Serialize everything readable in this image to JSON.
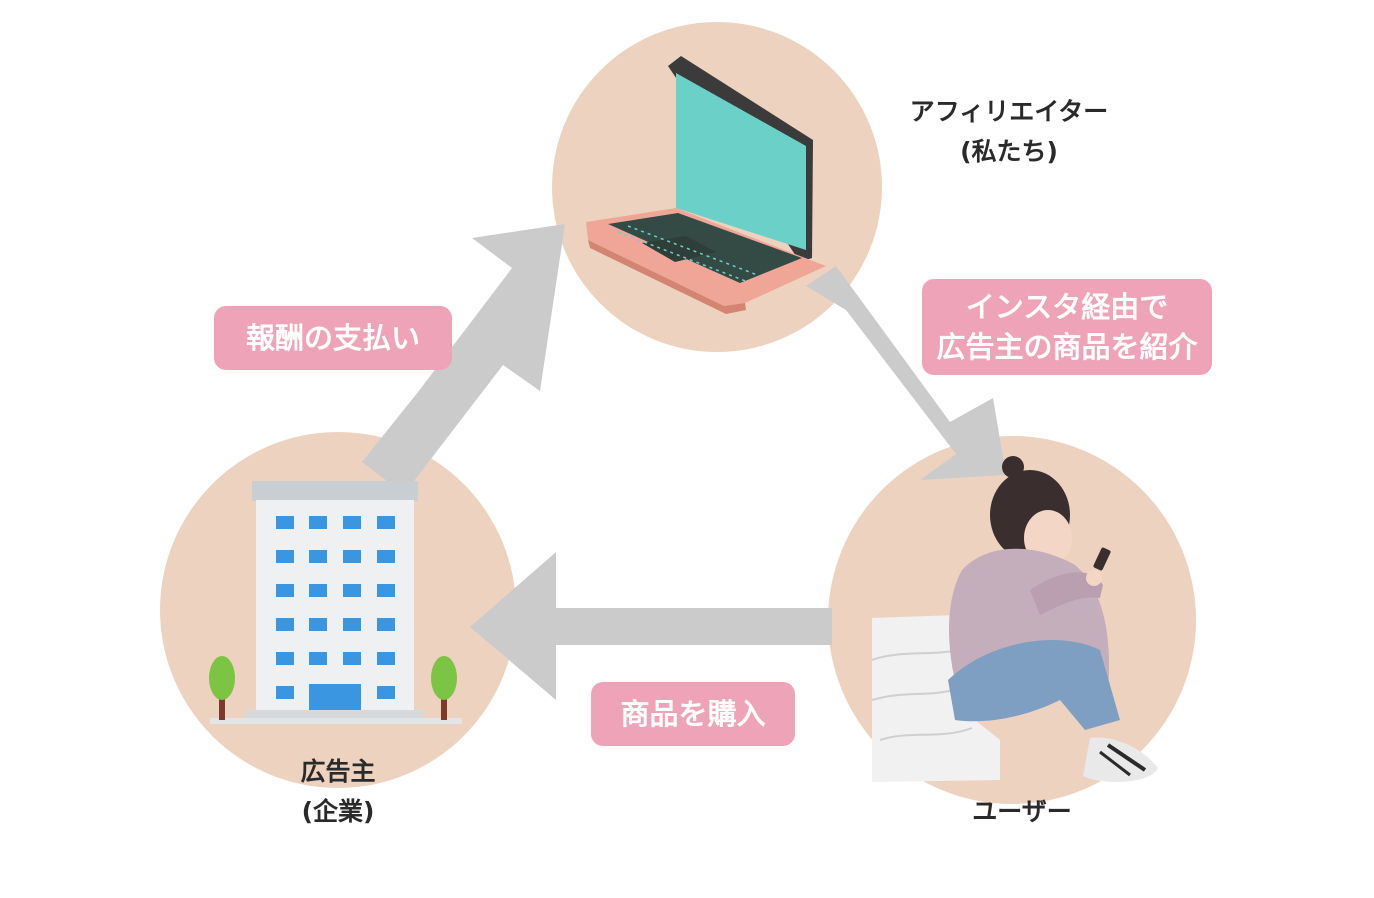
{
  "colors": {
    "circle_fill": "#eed2c0",
    "arrow_fill": "#cbcbcb",
    "label_bg": "#eea3b8",
    "label_text": "#ffffff",
    "node_text": "#2a2a2a"
  },
  "nodes": {
    "affiliate": {
      "icon": "laptop-icon",
      "label_line1": "アフィリエイター",
      "label_line2": "(私たち)"
    },
    "advertiser": {
      "icon": "office-building-icon",
      "label_line1": "広告主",
      "label_line2": "(企業)"
    },
    "user": {
      "icon": "person-with-smartphone-icon",
      "label_line1": "ユーザー"
    }
  },
  "edges": {
    "payment": {
      "from": "advertiser",
      "to": "affiliate",
      "label": "報酬の支払い"
    },
    "introduce": {
      "from": "affiliate",
      "to": "user",
      "label_line1": "インスタ経由で",
      "label_line2": "広告主の商品を紹介"
    },
    "purchase": {
      "from": "user",
      "to": "advertiser",
      "label": "商品を購入"
    }
  }
}
